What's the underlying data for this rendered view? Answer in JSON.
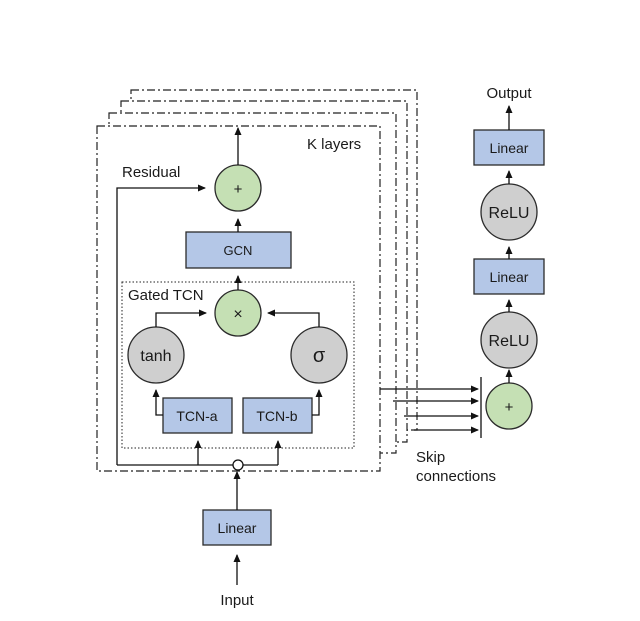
{
  "labels": {
    "k_layers": "K layers",
    "residual": "Residual",
    "gated_tcn": "Gated TCN",
    "gcn": "GCN",
    "tcn_a": "TCN-a",
    "tcn_b": "TCN-b",
    "tanh": "tanh",
    "sigma": "σ",
    "multiply": "×",
    "plus": "+",
    "input": "Input",
    "linear": "Linear",
    "output": "Output",
    "relu": "ReLU",
    "skip_line1": "Skip",
    "skip_line2": "connections"
  },
  "colors": {
    "box_fill": "#b4c7e7",
    "op_green": "#c5e0b4",
    "activation_grey": "#cfcfcf"
  }
}
